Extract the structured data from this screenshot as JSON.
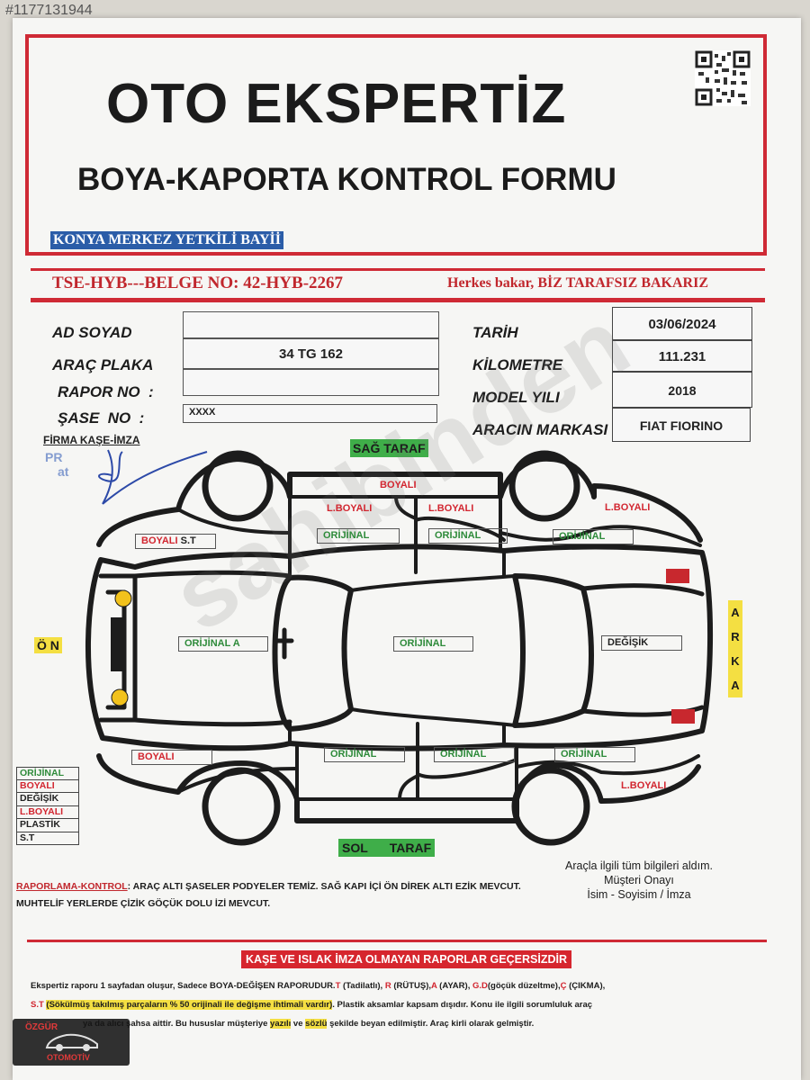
{
  "watermark_id": "#1177131944",
  "header": {
    "title": "OTO EKSPERTİZ",
    "subtitle": "BOYA-KAPORTA KONTROL FORMU",
    "dealer": "KONYA MERKEZ YETKİLİ BAYİİ"
  },
  "certificate": {
    "doc_no": "TSE-HYB---BELGE NO: 42-HYB-2267",
    "slogan_prefix": "Herkes bakar, ",
    "slogan_strong": "BİZ TARAFSIZ BAKARIZ"
  },
  "fields": {
    "ad_soyad_label": "AD SOYAD",
    "arac_plaka_label": "ARAÇ PLAKA",
    "arac_plaka_value": "34 TG 162",
    "rapor_no_label": "RAPOR NO  :",
    "sase_no_label": "ŞASE  NO  :",
    "sase_no_value": "XXXX",
    "firma_label": "FİRMA KAŞE-İMZA",
    "tarih_label": "TARİH",
    "tarih_value": "03/06/2024",
    "kilometre_label": "KİLOMETRE",
    "kilometre_value": "111.231",
    "model_label": "MODEL YILI",
    "model_value": "2018",
    "marka_label": "ARACIN MARKASI",
    "marka_value": "FIAT FIORINO"
  },
  "sides": {
    "right": "SAĞ TARAF",
    "left_a": "SOL",
    "left_b": "TARAF",
    "front": "Ö N",
    "rear_letters": [
      "A",
      "R",
      "K",
      "A"
    ]
  },
  "parts": {
    "roof_right": "BOYALI",
    "front_door_r_top": "L.BOYALI",
    "front_door_r_tag": "ORİJİNAL",
    "rear_door_r_top": "L.BOYALI",
    "rear_door_r_tag": "ORİJİNAL",
    "rear_fender_r_top": "L.BOYALI",
    "rear_fender_r_tag": "ORİJİNAL",
    "front_fender_r_a": "BOYALI",
    "front_fender_r_b": "S.T",
    "hood": "ORİJİNAL A",
    "roof": "ORİJİNAL",
    "trunk": "DEĞİŞİK",
    "front_fender_l": "BOYALI",
    "front_door_l": "ORİJİNAL",
    "rear_door_l": "ORİJİNAL",
    "rear_fender_l_tag": "ORİJİNAL",
    "rear_fender_l_bottom": "L.BOYALI"
  },
  "legend": [
    "ORİJİNAL",
    "BOYALI",
    "DEĞİŞİK",
    "L.BOYALI",
    "PLASTİK",
    "S.T"
  ],
  "remarks": {
    "label": "RAPORLAMA-KONTROL",
    "line1": ": ARAÇ ALTI ŞASELER PODYELER TEMİZ. SAĞ KAPI İÇİ ÖN DİREK ALTI EZİK MEVCUT.",
    "line2": "MUHTELİF YERLERDE ÇİZİK GÖÇÜK DOLU İZİ MEVCUT."
  },
  "approval": {
    "line1": "Araçla ilgili tüm bilgileri aldım.",
    "line2": "Müşteri Onayı",
    "line3": "İsim - Soyisim / İmza"
  },
  "footer": {
    "warning": "KAŞE VE ISLAK  İMZA OLMAYAN RAPORLAR GEÇERSİZDİR",
    "p1_a": "Ekspertiz raporu 1 sayfadan oluşur, Sadece BOYA-DEĞİŞEN RAPORUDUR.",
    "p1_t": "T",
    "p1_t_txt": " (Tadilatlı), ",
    "p1_r": "R",
    "p1_r_txt": " (RÜTUŞ),",
    "p1_a2": "A",
    "p1_a2_txt": " (AYAR), ",
    "p1_gd": "G.D",
    "p1_gd_txt": "(göçük düzeltme),",
    "p1_c": "Ç",
    "p1_c_txt": " (ÇIKMA),",
    "p2_st": "S.T",
    "p2_hl": "(Sökülmüş takılmış parçaların % 50 orijinali ile değişme ihtimali vardır)",
    "p2_rest": ". Plastik aksamlar kapsam dışıdır. Konu ile ilgili sorumluluk araç",
    "p3_a": "ya da alıcı şahsa aittir. Bu hususlar müşteriye ",
    "p3_hl1": "yazılı",
    "p3_b": " ve ",
    "p3_hl2": "sözlü",
    "p3_c": " şekilde beyan edilmiştir. Araç kirli olarak gelmiştir."
  },
  "stamp": {
    "line1": "PR",
    "line2": "at"
  },
  "brand": {
    "name": "OTOMOTİV",
    "prefix": "ÖZGÜR"
  },
  "site_watermark": "sahibinden"
}
